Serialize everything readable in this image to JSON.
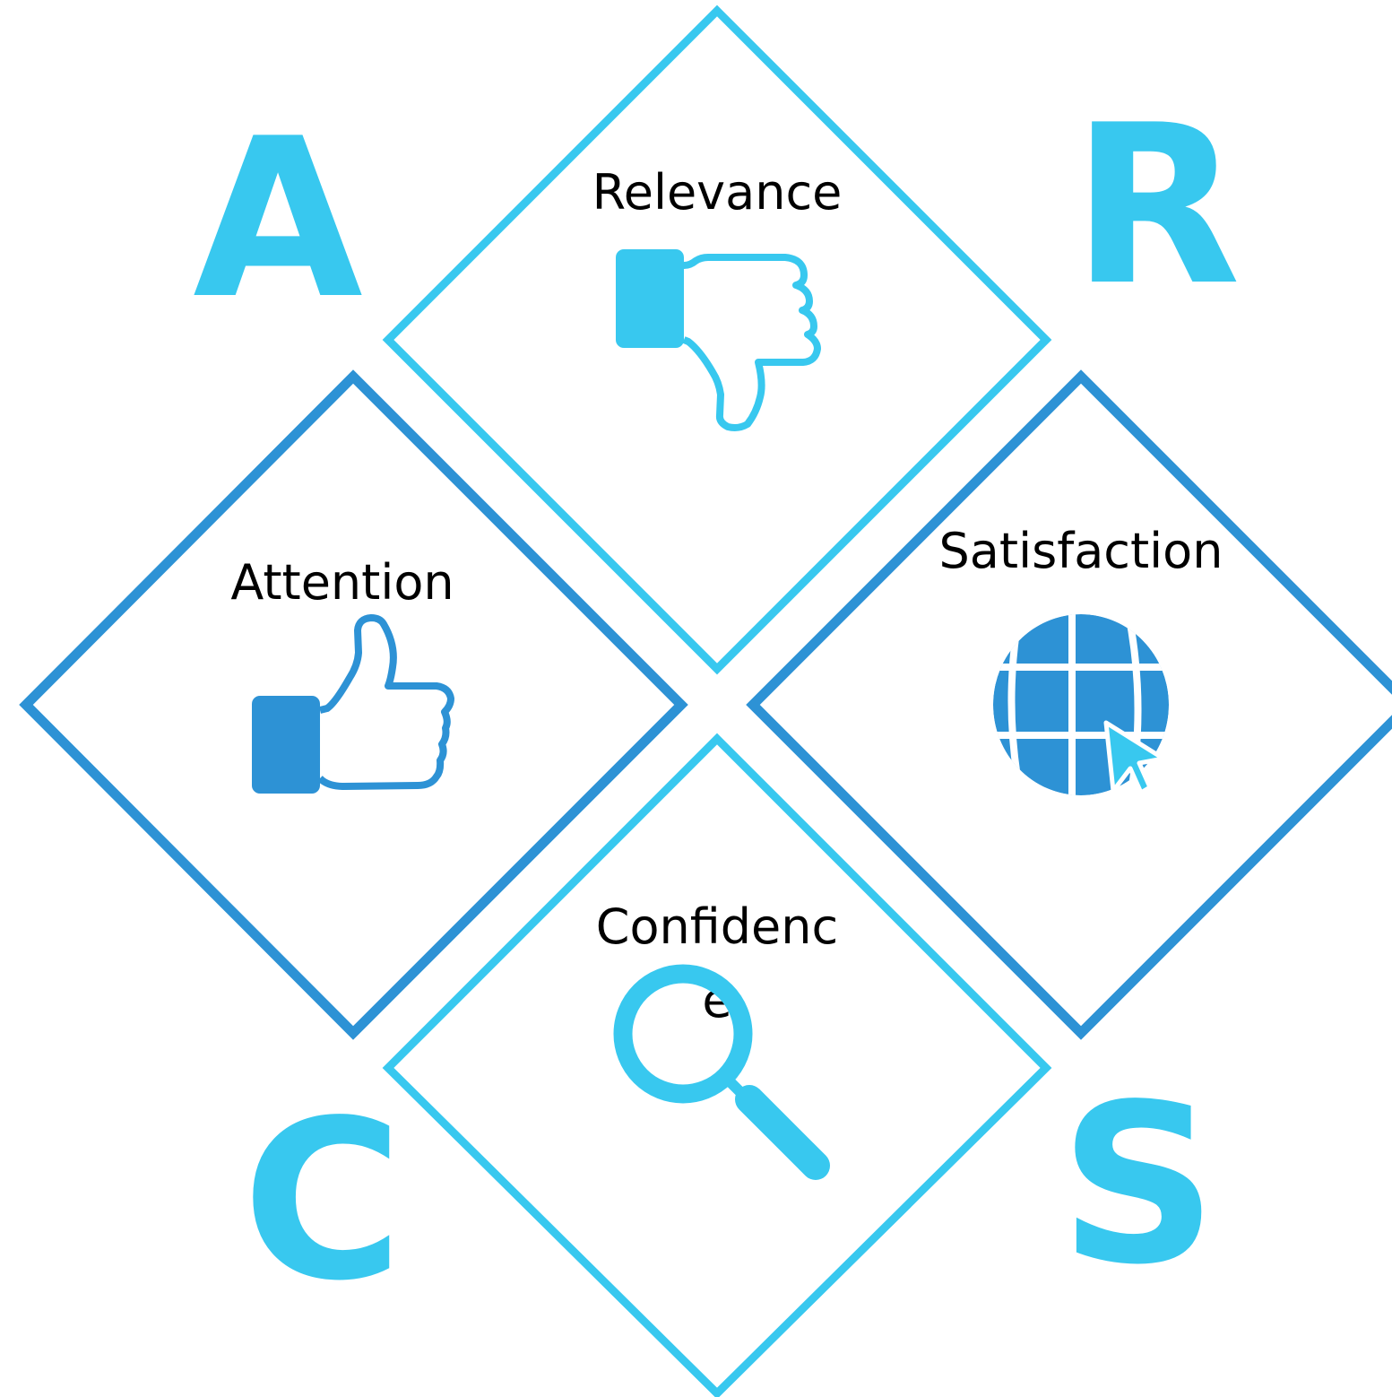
{
  "colors": {
    "light_blue": "#38c8ef",
    "dark_blue": "#2d92d5",
    "background": "#ffffff",
    "text": "#000000"
  },
  "letters": {
    "a": "A",
    "r": "R",
    "c": "C",
    "s": "S"
  },
  "panels": {
    "relevance": {
      "label": "Relevance",
      "icon": "thumbs-down-icon"
    },
    "attention": {
      "label": "Attention",
      "icon": "thumbs-up-icon"
    },
    "satisfaction": {
      "label": "Satisfaction",
      "icon": "globe-cursor-icon"
    },
    "confidence": {
      "label_line1": "Confidenc",
      "label_line2": "e",
      "icon": "magnifier-icon"
    }
  }
}
